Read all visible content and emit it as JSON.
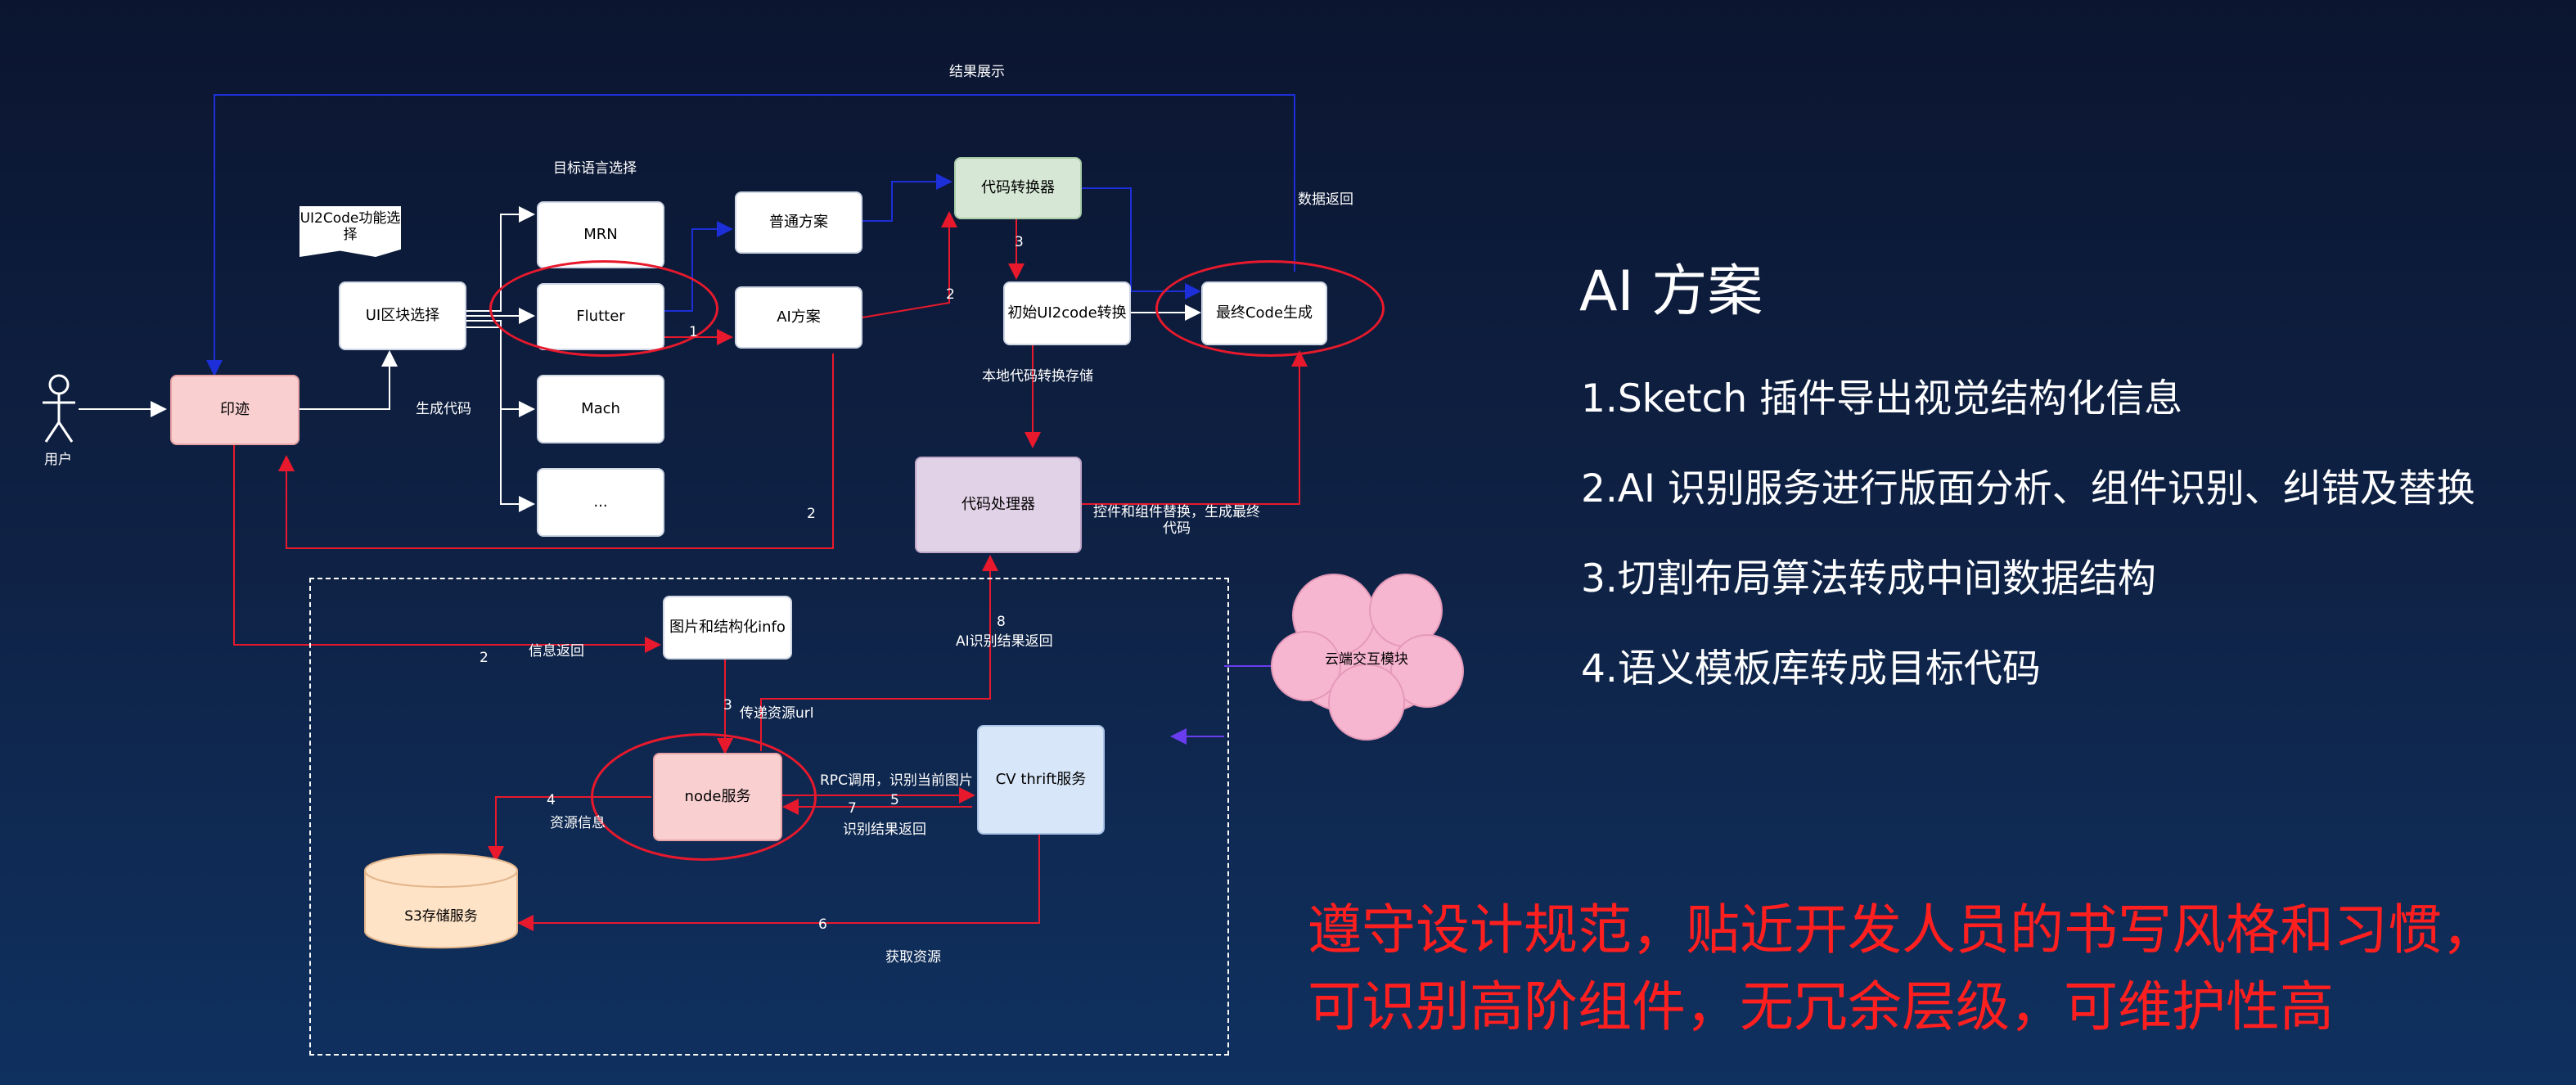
{
  "diagram": {
    "actor_label": "用户",
    "nodes": {
      "yinji": "印迹",
      "ui_select": "UI区块选择",
      "mrn": "MRN",
      "flutter": "Flutter",
      "mach": "Mach",
      "more": "...",
      "normal_plan": "普通方案",
      "ai_plan": "AI方案",
      "converter": "代码转换器",
      "init_convert": "初始UI2code转换",
      "final_code": "最终Code生成",
      "processor": "代码处理器",
      "img_info": "图片和结构化info",
      "node_service": "node服务",
      "cv_service": "CV thrift服务",
      "s3": "S3存储服务",
      "cloud": "云端交互模块"
    },
    "doc_label": "UI2Code功能选择",
    "labels": {
      "result_show": "结果展示",
      "target_lang": "目标语言选择",
      "data_return": "数据返回",
      "gen_code": "生成代码",
      "local_store": "本地代码转换存储",
      "replace_gen": "控件和组件替换，生成最终代码",
      "info_return": "信息返回",
      "pass_url": "传递资源url",
      "ai_return": "AI识别结果返回",
      "rpc": "RPC调用，识别当前图片",
      "recog_return": "识别结果返回",
      "res_info": "资源信息",
      "get_res": "获取资源"
    },
    "numbers": {
      "n1": "1",
      "n2a": "2",
      "n2b": "2",
      "n2c": "2",
      "n3a": "3",
      "n3b": "3",
      "n4": "4",
      "n5": "5",
      "n6": "6",
      "n7": "7",
      "n8": "8"
    }
  },
  "panel": {
    "title": "AI 方案",
    "bullets": [
      "1.Sketch 插件导出视觉结构化信息",
      "2.AI 识别服务进行版面分析、组件识别、纠错及替换",
      "3.切割布局算法转成中间数据结构",
      "4.语义模板库转成目标代码"
    ],
    "note_lines": [
      "遵守设计规范，贴近开发人员的书写风格和习惯，",
      "可识别高阶组件，无冗余层级，可维护性高"
    ]
  },
  "colors": {
    "arrow_red": "#e8192c",
    "arrow_blue": "#1c2fd8",
    "arrow_white": "#ffffff",
    "note_red": "#ff1f1f"
  }
}
